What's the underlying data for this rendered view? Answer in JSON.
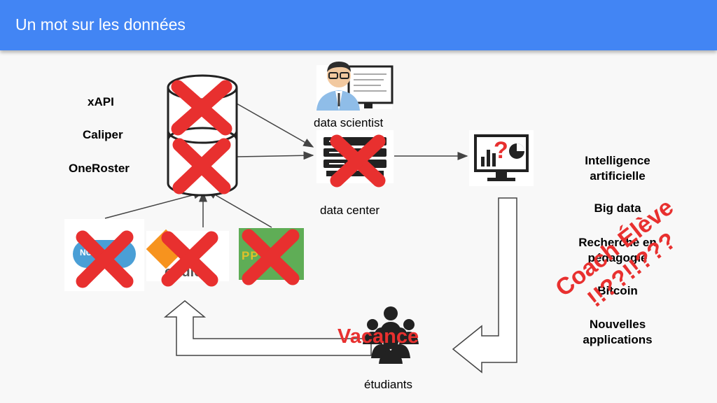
{
  "header": {
    "title": "Un mot sur les données"
  },
  "standards": [
    "xAPI",
    "Caliper",
    "OneRoster"
  ],
  "nodes": {
    "data_scientist": "data scientist",
    "data_center": "data center",
    "students": "étudiants"
  },
  "uses": [
    [
      "Intelligence",
      "artificielle"
    ],
    [
      "Big data"
    ],
    [
      "Recherche en",
      "pédagogie"
    ],
    [
      "Bitcoin"
    ],
    [
      "Nouvelles",
      "applications"
    ]
  ],
  "overlays": {
    "vacance": "Vacance",
    "question_mark": "?",
    "coach": "Coach Élève !!??!!???"
  },
  "tiles": {
    "left_text": "NUM",
    "middle_text": "oodle",
    "right_text": "PP TE"
  },
  "colors": {
    "header": "#4285f4",
    "cross": "#e8302f",
    "tile_green": "#5fad56",
    "tile_orange": "#f7931e"
  },
  "icons": [
    "database-icon",
    "data-scientist-icon",
    "server-rack-icon",
    "analytics-monitor-icon",
    "students-group-icon"
  ]
}
